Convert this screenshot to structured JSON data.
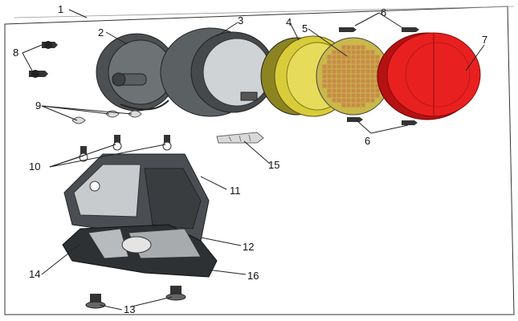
{
  "callouts": {
    "c1": "1",
    "c2": "2",
    "c3": "3",
    "c4": "4",
    "c5": "5",
    "c6a": "6",
    "c6b": "6",
    "c7": "7",
    "c8": "8",
    "c9": "9",
    "c10": "10",
    "c11": "11",
    "c12": "12",
    "c13": "13",
    "c14": "14",
    "c15": "15",
    "c16": "16"
  },
  "colors": {
    "housing": "#555a5e",
    "housing_light": "#8a8f92",
    "reflector": "#d9cc3a",
    "reflector_dark": "#8c8420",
    "led_grid": "#c98a4a",
    "lens": "#e82020",
    "lens_dark": "#a50f0f",
    "bracket": "#4a4e52"
  }
}
